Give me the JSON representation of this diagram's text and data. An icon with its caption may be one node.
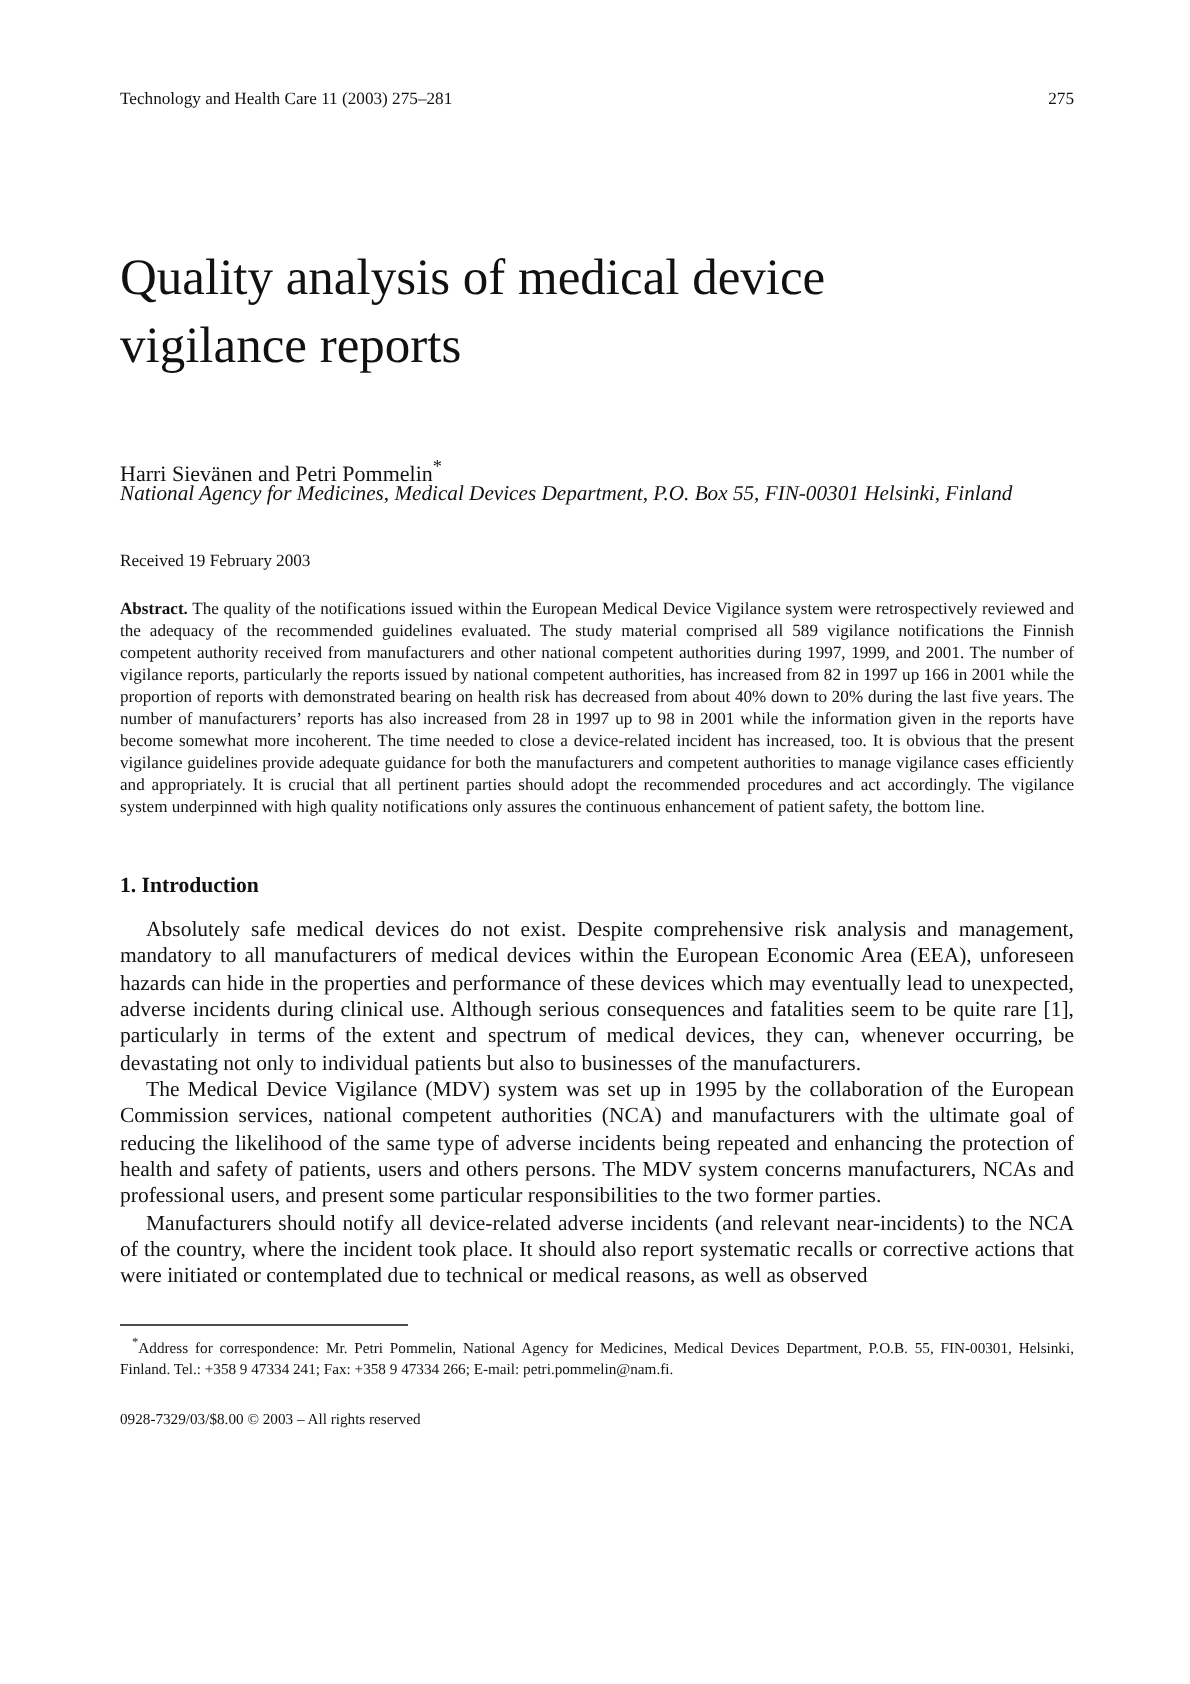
{
  "diagram": {
    "title": "Quality analysis of medical device vigilance reports",
    "labels": [
      "Technology and Health Care 11 (2003) 275–281",
      "275",
      "Harri Sievänen and Petri Pommelin$^{*}$",
      "National Agency for Medicines, Medical Devices Department, P.O. Box 55, FIN-00301 Helsinki, Finland",
      "Received 19 February 2003",
      "**Abstract.** The quality of the notifications issued within the European Medical Device Vigilance system were retrospectively reviewed and the adequacy of the recommended guidelines evaluated. The study material comprised all 589 vigilance notifications the Finnish competent authority received from manufacturers and other national competent authorities during 1997, 1999, and 2001. The number of vigilance reports, particularly the reports issued by national competent authorities, has increased from 82 in 1997 up 166 in 2001 while the proportion of reports with demonstrated bearing on health risk has decreased from about 40% down to 20% during the last five years. The number of manufacturers’ reports has also increased from 28 in 1997 up to 98 in 2001 while the information given in the reports have become somewhat more incoherent. The time needed to close a device-related incident has increased, too. It is obvious that the present vigilance guidelines provide adequate guidance for both the manufacturers and competent authorities to manage vigilance cases efficiently and appropriately. It is crucial that all pertinent parties should adopt the recommended procedures and act accordingly. The vigilance system underpinned with high quality notifications only assures the continuous enhancement of patient safety, the bottom line.",
      "1. Introduction",
      "Absolutely safe medical devices do not exist. Despite comprehensive risk analysis and management, mandatory to all manufacturers of medical devices within the European Economic Area (EEA), unforeseen hazards can hide in the properties and performance of these devices which may eventually lead to unexpected, adverse incidents during clinical use. Although serious consequences and fatalities seem to be quite rare [1], particularly in terms of the extent and spectrum of medical devices, they can, whenever occurring, be devastating not only to individual patients but also to businesses of the manufacturers.",
      "The Medical Device Vigilance (MDV) system was set up in 1995 by the collaboration of the European Commission services, national competent authorities (NCA) and manufacturers with the ultimate goal of reducing the likelihood of the same type of adverse incidents being repeated and enhancing the protection of health and safety of patients, users and others persons. The MDV system concerns manufacturers, NCAs and professional users, and present some particular responsibilities to the two former parties.",
      "Manufacturers should notify all device-related adverse incidents (and relevant near-incidents) to the NCA of the country, where the incident took place. It should also report systematic recalls or corrective actions that were initiated or contemplated due to technical or medical reasons, as well as observed",
      "$^{*}$Address for correspondence: Mr. Petri Pommelin, National Agency for Medicines, Medical Devices Department, P.O.B. 55, FIN-00301, Helsinki, Finland. Tel.: +358 9 47334 241; Fax: +358 9 47334 266; E-mail: petri.pommelin@nam.fi.",
      "0928-7329/03/$8.00 © 2003 – All rights reserved"
    ]
  }
}
